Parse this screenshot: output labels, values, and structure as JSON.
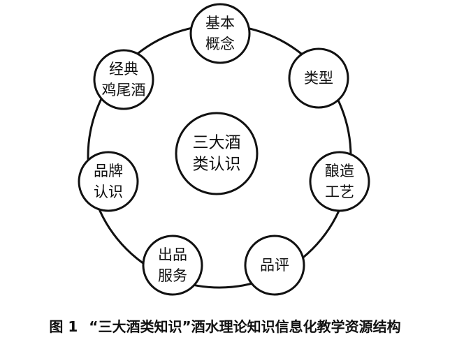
{
  "diagram": {
    "center": {
      "lines": [
        "三大酒",
        "类认识"
      ]
    },
    "nodes": [
      {
        "id": "concept",
        "lines": [
          "基本",
          "概念"
        ]
      },
      {
        "id": "types",
        "lines": [
          "类型"
        ]
      },
      {
        "id": "brewing",
        "lines": [
          "酿造",
          "工艺"
        ]
      },
      {
        "id": "tasting",
        "lines": [
          "品评"
        ]
      },
      {
        "id": "service",
        "lines": [
          "出品",
          "服务"
        ]
      },
      {
        "id": "brand",
        "lines": [
          "品牌",
          "认识"
        ]
      },
      {
        "id": "cocktail",
        "lines": [
          "经典",
          "鸡尾酒"
        ]
      }
    ],
    "stroke_color": "#111111",
    "fill_color": "#ffffff"
  },
  "caption": {
    "label": "图 1",
    "text": "“三大酒类知识”酒水理论知识信息化教学资源结构"
  }
}
